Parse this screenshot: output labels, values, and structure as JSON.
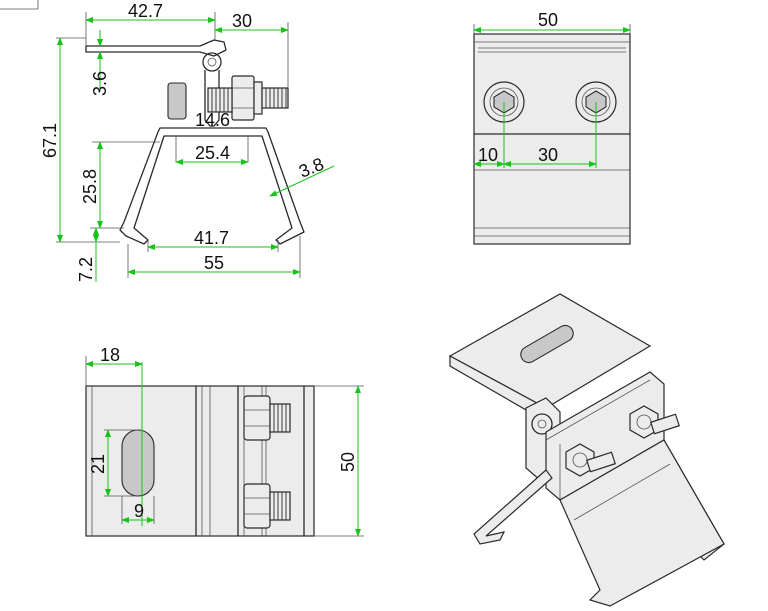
{
  "colors": {
    "dimension_line": "#19c419",
    "outline": "#2a2a2a",
    "fill_light": "#ececec",
    "text": "#111111"
  },
  "front_view": {
    "dims": {
      "top_width": "42.7",
      "offset_right": "30",
      "flange_thickness": "3.6",
      "total_height": "67.1",
      "slot_width": "14.6",
      "inner_top": "25.4",
      "wall_thickness": "3.8",
      "leg_height": "25.8",
      "inner_bottom": "41.7",
      "outer_bottom": "55",
      "foot_height": "7.2"
    }
  },
  "top_view": {
    "dims": {
      "width": "50",
      "hole_offset": "10",
      "hole_spacing": "30"
    }
  },
  "side_view": {
    "dims": {
      "flange": "18",
      "slot_length": "21",
      "slot_width": "9",
      "height": "50"
    }
  }
}
